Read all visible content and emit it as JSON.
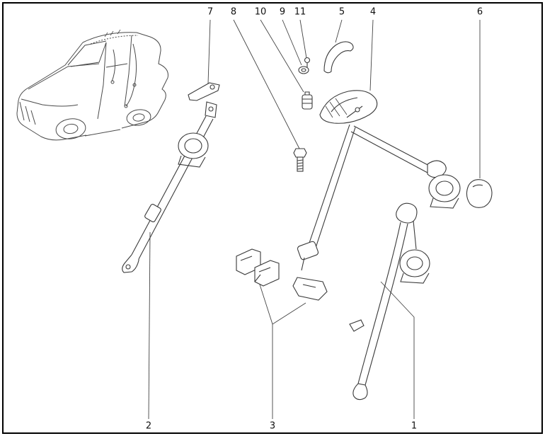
{
  "figure": {
    "kind": "exploded parts line diagram",
    "subject": "vehicle seat belt components",
    "background": "#ffffff",
    "line_color": "#3a3a3a",
    "border_color": "#000000"
  },
  "callouts": {
    "c1": "1",
    "c2": "2",
    "c3": "3",
    "c4": "4",
    "c5": "5",
    "c6": "6",
    "c7": "7",
    "c8": "8",
    "c9": "9",
    "c10": "10",
    "c11": "11"
  },
  "parts": [
    {
      "num": "1",
      "icon": "seat-belt-retractor-assembly-right-icon"
    },
    {
      "num": "2",
      "icon": "seat-belt-assembly-left-icon"
    },
    {
      "num": "3",
      "icon": "buckle-latch-set-icon"
    },
    {
      "num": "4",
      "icon": "cover-plate-icon"
    },
    {
      "num": "5",
      "icon": "belt-guide-bar-icon"
    },
    {
      "num": "6",
      "icon": "cover-cap-icon"
    },
    {
      "num": "7",
      "icon": "anchor-bracket-icon"
    },
    {
      "num": "8",
      "icon": "bolt-icon"
    },
    {
      "num": "9",
      "icon": "grommet-icon"
    },
    {
      "num": "10",
      "icon": "clip-icon"
    },
    {
      "num": "11",
      "icon": "screw-pin-icon"
    }
  ]
}
